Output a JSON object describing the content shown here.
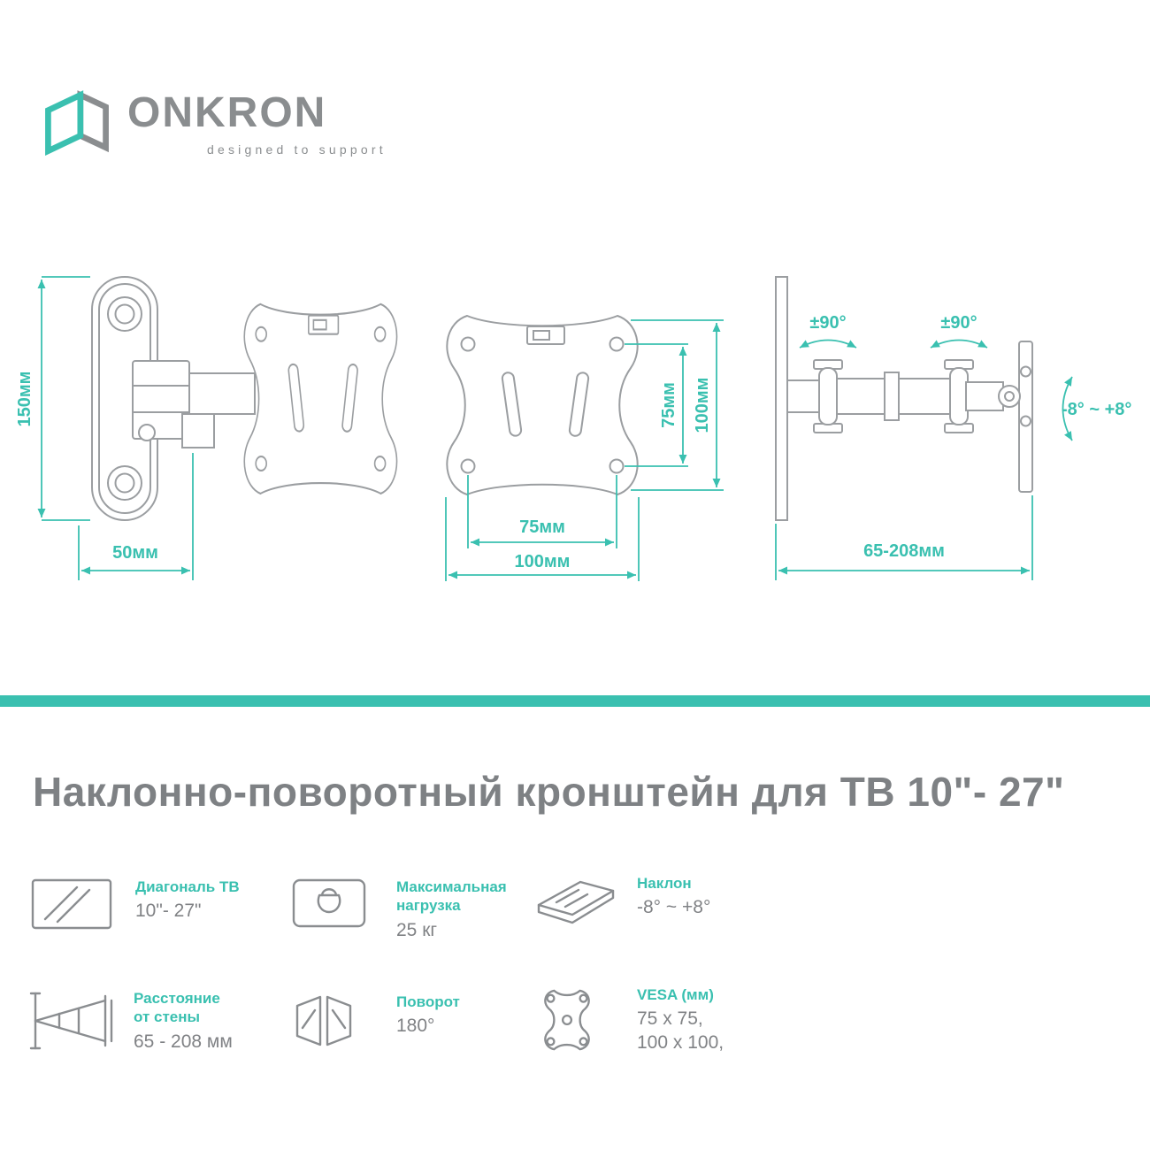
{
  "logo": {
    "brand": "ONKRON",
    "tagline": "designed to support"
  },
  "diagrams": {
    "side": {
      "height": "150мм",
      "offset": "50мм"
    },
    "front": {
      "v75": "75мм",
      "v100": "100мм",
      "h75": "75мм",
      "h100": "100мм"
    },
    "top": {
      "swivel_left": "±90°",
      "swivel_right": "±90°",
      "tilt": "-8° ~ +8°",
      "extension": "65-208мм"
    }
  },
  "title": "Наклонно-поворотный кронштейн для ТВ 10\"- 27\"",
  "specs": [
    {
      "label": "Диагональ ТВ",
      "value": "10\"- 27\"",
      "icon": "tv-diagonal-icon"
    },
    {
      "label": "Максимальная\nнагрузка",
      "value": "25 кг",
      "icon": "max-load-icon"
    },
    {
      "label": "Наклон",
      "value": "-8° ~ +8°",
      "icon": "tilt-icon"
    },
    {
      "label": "Расстояние\nот стены",
      "value": "65 - 208 мм",
      "icon": "wall-distance-icon"
    },
    {
      "label": "Поворот",
      "value": "180°",
      "icon": "swivel-icon"
    },
    {
      "label": "VESA (мм)",
      "value": "75 x 75,\n100 x 100,",
      "icon": "vesa-icon"
    }
  ],
  "colors": {
    "accent": "#3ac0b0",
    "text_gray": "#808285",
    "line_gray": "#9b9ea1"
  }
}
